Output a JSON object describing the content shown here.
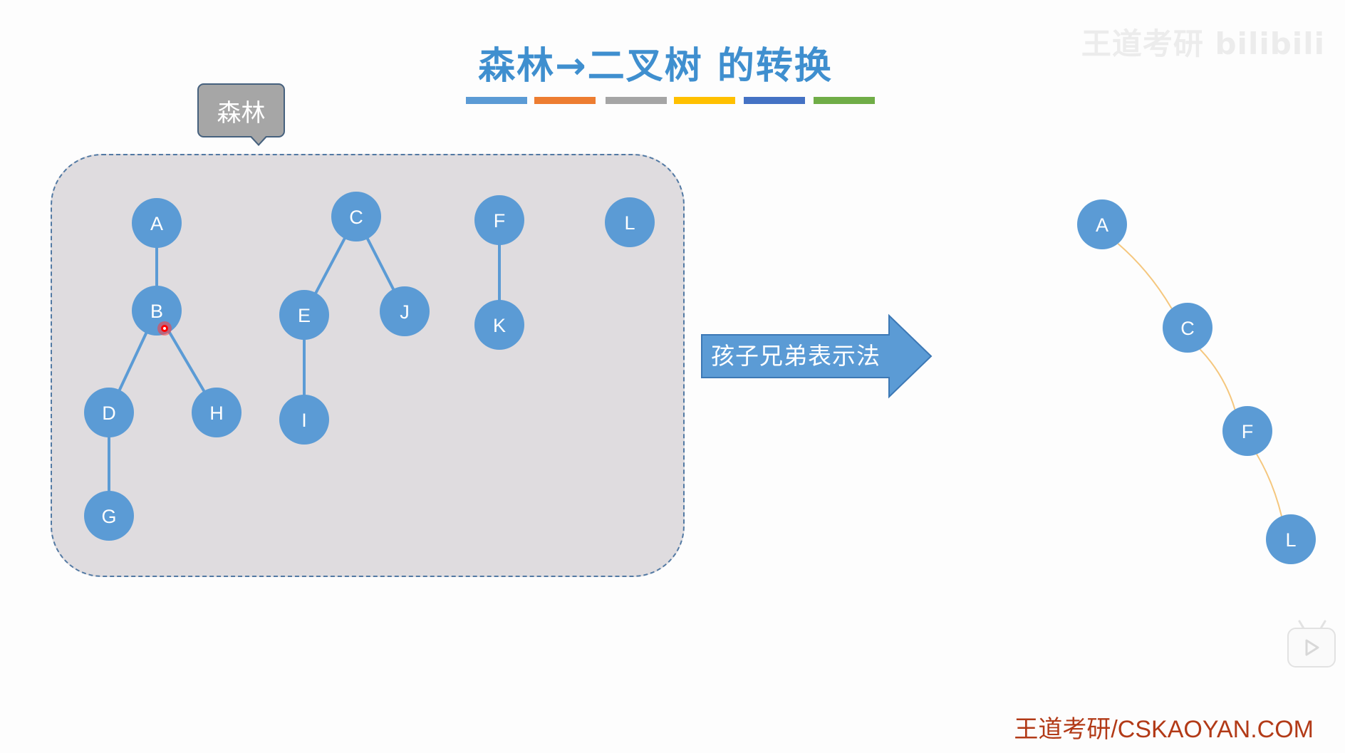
{
  "slide": {
    "title": "森林→二叉树 的转换",
    "watermark": "王道考研 bilibili",
    "footer_brand": "王道考研/CSKAOYAN.COM",
    "decor_colors": [
      "#5b9bd5",
      "#ed7d31",
      "#a5a5a5",
      "#ffc000",
      "#4472c4",
      "#70ad47"
    ]
  },
  "callout": {
    "label": "森林"
  },
  "arrow": {
    "label": "孩子兄弟表示法",
    "color": "#5b9bd5"
  },
  "forest": {
    "node_color": "#5b9bd5",
    "edge_color": "#5b9bd5",
    "trees": [
      {
        "root": "A",
        "nodes": [
          "A",
          "B",
          "D",
          "H",
          "G"
        ],
        "edges": [
          [
            "A",
            "B"
          ],
          [
            "B",
            "D"
          ],
          [
            "B",
            "H"
          ],
          [
            "D",
            "G"
          ]
        ]
      },
      {
        "root": "C",
        "nodes": [
          "C",
          "E",
          "J",
          "I"
        ],
        "edges": [
          [
            "C",
            "E"
          ],
          [
            "C",
            "J"
          ],
          [
            "E",
            "I"
          ]
        ]
      },
      {
        "root": "F",
        "nodes": [
          "F",
          "K"
        ],
        "edges": [
          [
            "F",
            "K"
          ]
        ]
      },
      {
        "root": "L",
        "nodes": [
          "L"
        ],
        "edges": []
      }
    ]
  },
  "binary_tree": {
    "node_color": "#5b9bd5",
    "edge_color": "#f5c77e",
    "nodes": [
      "A",
      "C",
      "F",
      "L"
    ],
    "edges": [
      [
        "A",
        "C"
      ],
      [
        "C",
        "F"
      ],
      [
        "F",
        "L"
      ]
    ]
  },
  "icons": {
    "pointer": "laser-pointer-icon",
    "play": "play-icon"
  }
}
